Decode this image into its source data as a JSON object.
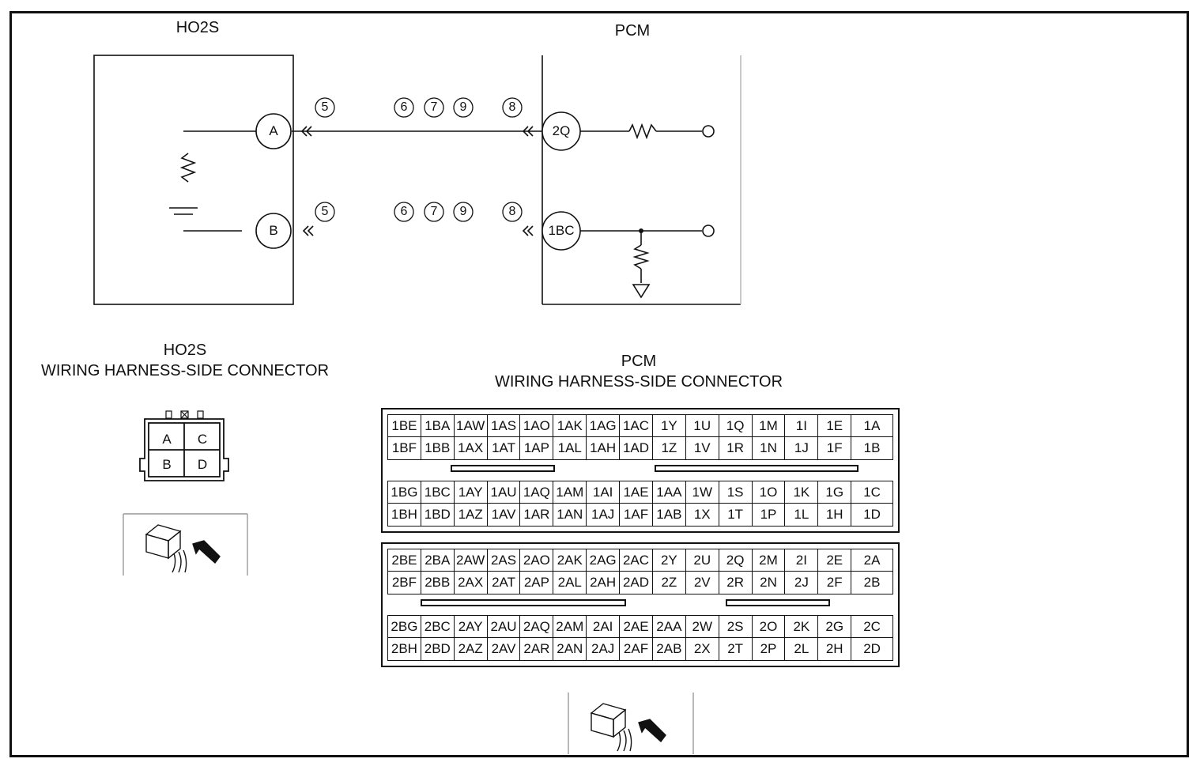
{
  "titles": {
    "ho2s": "HO2S",
    "pcm": "PCM",
    "ho2s_conn_1": "HO2S",
    "ho2s_conn_2": "WIRING HARNESS-SIDE CONNECTOR",
    "pcm_conn_1": "PCM",
    "pcm_conn_2": "WIRING HARNESS-SIDE CONNECTOR"
  },
  "schematic": {
    "ho2s_pins": [
      "A",
      "B"
    ],
    "pcm_pins": [
      "2Q",
      "1BC"
    ],
    "wire1_refs": [
      "5",
      "6",
      "7",
      "9",
      "8"
    ],
    "wire2_refs": [
      "5",
      "6",
      "7",
      "9",
      "8"
    ]
  },
  "ho2s_connector": {
    "pins": [
      "A",
      "C",
      "B",
      "D"
    ]
  },
  "pcm_connector_1": {
    "upper": [
      [
        "1BE",
        "1BA",
        "1AW",
        "1AS",
        "1AO",
        "1AK",
        "1AG",
        "1AC",
        "1Y",
        "1U",
        "1Q",
        "1M",
        "1I",
        "1E",
        "1A"
      ],
      [
        "1BF",
        "1BB",
        "1AX",
        "1AT",
        "1AP",
        "1AL",
        "1AH",
        "1AD",
        "1Z",
        "1V",
        "1R",
        "1N",
        "1J",
        "1F",
        "1B"
      ]
    ],
    "lower": [
      [
        "1BG",
        "1BC",
        "1AY",
        "1AU",
        "1AQ",
        "1AM",
        "1AI",
        "1AE",
        "1AA",
        "1W",
        "1S",
        "1O",
        "1K",
        "1G",
        "1C"
      ],
      [
        "1BH",
        "1BD",
        "1AZ",
        "1AV",
        "1AR",
        "1AN",
        "1AJ",
        "1AF",
        "1AB",
        "1X",
        "1T",
        "1P",
        "1L",
        "1H",
        "1D"
      ]
    ]
  },
  "pcm_connector_2": {
    "upper": [
      [
        "2BE",
        "2BA",
        "2AW",
        "2AS",
        "2AO",
        "2AK",
        "2AG",
        "2AC",
        "2Y",
        "2U",
        "2Q",
        "2M",
        "2I",
        "2E",
        "2A"
      ],
      [
        "2BF",
        "2BB",
        "2AX",
        "2AT",
        "2AP",
        "2AL",
        "2AH",
        "2AD",
        "2Z",
        "2V",
        "2R",
        "2N",
        "2J",
        "2F",
        "2B"
      ]
    ],
    "lower": [
      [
        "2BG",
        "2BC",
        "2AY",
        "2AU",
        "2AQ",
        "2AM",
        "2AI",
        "2AE",
        "2AA",
        "2W",
        "2S",
        "2O",
        "2K",
        "2G",
        "2C"
      ],
      [
        "2BH",
        "2BD",
        "2AZ",
        "2AV",
        "2AR",
        "2AN",
        "2AJ",
        "2AF",
        "2AB",
        "2X",
        "2T",
        "2P",
        "2L",
        "2H",
        "2D"
      ]
    ]
  }
}
